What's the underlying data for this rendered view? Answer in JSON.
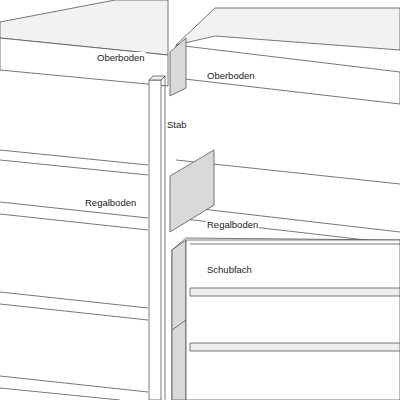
{
  "diagram": {
    "labels": [
      "Oberboden",
      "Oberboden",
      "Stab",
      "Regalboden",
      "Regalboden",
      "Schubfach"
    ]
  }
}
